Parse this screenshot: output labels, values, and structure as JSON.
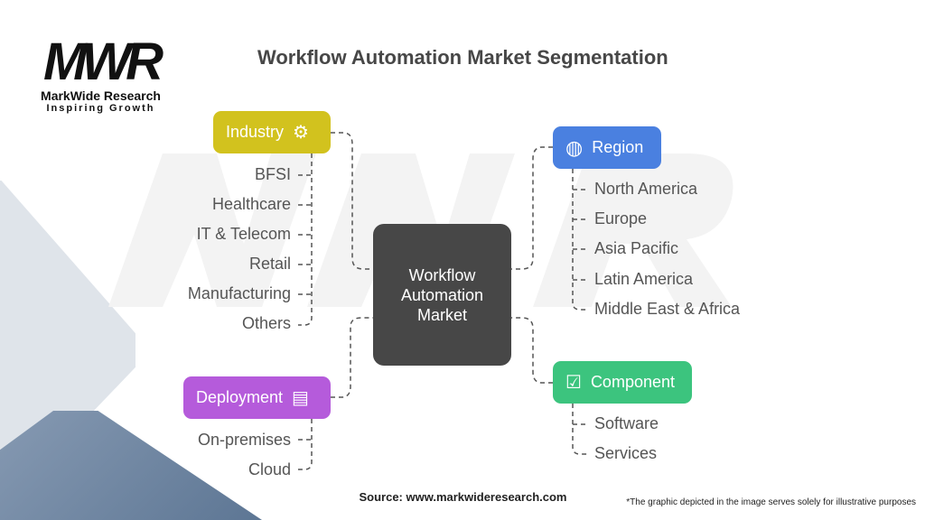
{
  "title": "Workflow Automation Market Segmentation",
  "logo": {
    "mark": "MWR",
    "name": "MarkWide Research",
    "tagline": "Inspiring Growth"
  },
  "center": "Workflow Automation Market",
  "segments": {
    "industry": {
      "label": "Industry",
      "color": "#d2c21e",
      "icon": "robot-arm-icon",
      "items": [
        "BFSI",
        "Healthcare",
        "IT & Telecom",
        "Retail",
        "Manufacturing",
        "Others"
      ]
    },
    "deployment": {
      "label": "Deployment",
      "color": "#b55bdb",
      "icon": "server-icon",
      "items": [
        "On-premises",
        "Cloud"
      ]
    },
    "region": {
      "label": "Region",
      "color": "#4a80e0",
      "icon": "globe-icon",
      "items": [
        "North America",
        "Europe",
        "Asia Pacific",
        "Latin America",
        "Middle East & Africa"
      ]
    },
    "component": {
      "label": "Component",
      "color": "#3cc47e",
      "icon": "document-gear-icon",
      "items": [
        "Software",
        "Services"
      ]
    }
  },
  "source": "Source: www.markwideresearch.com",
  "disclaimer": "*The graphic depicted in the image serves solely for illustrative purposes"
}
